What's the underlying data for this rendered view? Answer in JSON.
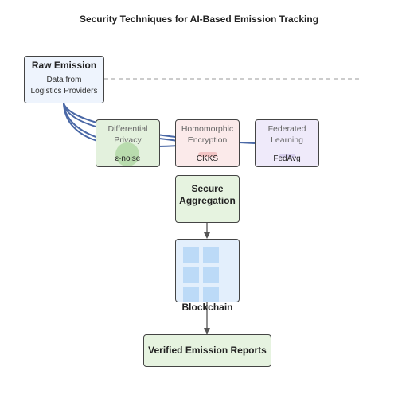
{
  "title": "Security Techniques for AI-Based Emission Tracking",
  "raw_emission": {
    "heading": "Raw Emission",
    "line1": "Data from",
    "line2": "Logistics Providers"
  },
  "techniques": {
    "differential_privacy": {
      "line1": "Differential",
      "line2": "Privacy",
      "sub": "ε-noise"
    },
    "homomorphic_encryption": {
      "line1": "Homomorphic",
      "line2": "Encryption",
      "sub": "CKKS"
    },
    "federated_learning": {
      "line1": "Federated",
      "line2": "Learning",
      "sub": "FedAvg"
    }
  },
  "secure_aggregation": {
    "line1": "Secure",
    "line2": "Aggregation"
  },
  "blockchain": {
    "label": "Blockchain"
  },
  "verified": {
    "label": "Verified Emission Reports"
  },
  "colors": {
    "edge": "#4a68a6",
    "arrow": "#555555",
    "dashed": "#999999"
  }
}
